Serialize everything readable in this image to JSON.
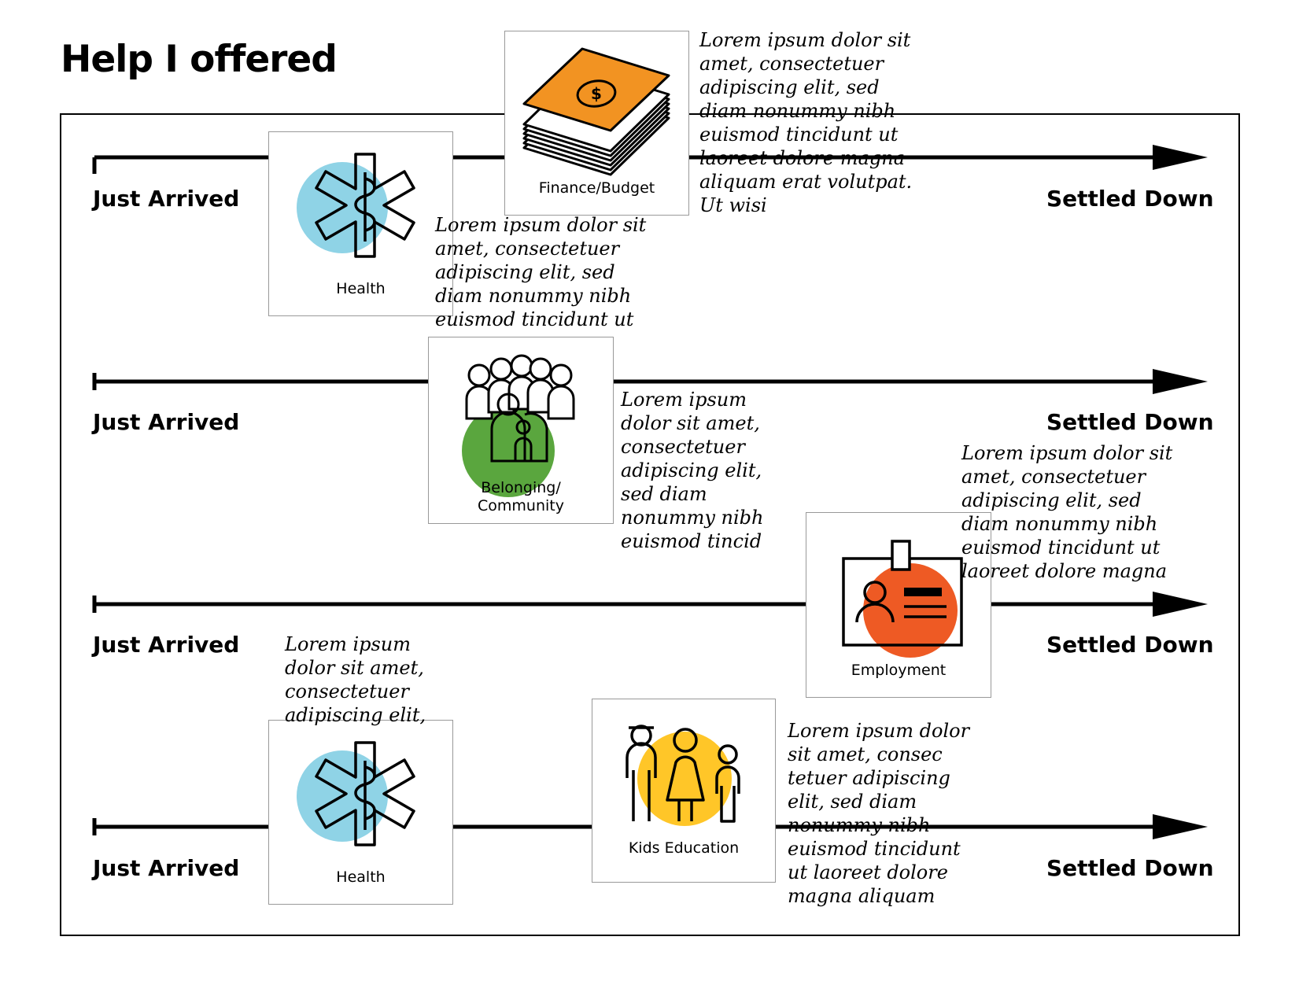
{
  "title": "Help I offered",
  "timelines": [
    {
      "start_label": "Just Arrived",
      "end_label": "Settled Down"
    },
    {
      "start_label": "Just Arrived",
      "end_label": "Settled Down"
    },
    {
      "start_label": "Just Arrived",
      "end_label": "Settled Down"
    },
    {
      "start_label": "Just Arrived",
      "end_label": "Settled Down"
    }
  ],
  "cards": [
    {
      "label": "Finance/Budget",
      "icon": "money-stack-icon",
      "accent": "#F29322"
    },
    {
      "label": "Health",
      "icon": "star-of-life-icon",
      "accent": "#8FD3E6"
    },
    {
      "label_line1": "Belonging/",
      "label_line2": "Community",
      "icon": "community-icon",
      "accent": "#5AA63E"
    },
    {
      "label": "Employment",
      "icon": "id-badge-icon",
      "accent": "#EE5A24"
    },
    {
      "label": "Health",
      "icon": "star-of-life-icon",
      "accent": "#8FD3E6"
    },
    {
      "label": "Kids Education",
      "icon": "family-icon",
      "accent": "#FFC628"
    }
  ],
  "notes": [
    [
      "Lorem ipsum dolor sit",
      "amet, consectetuer",
      "adipiscing elit, sed",
      "diam nonummy nibh",
      "euismod tincidunt ut",
      "laoreet dolore magna",
      "aliquam erat volutpat.",
      "Ut wisi"
    ],
    [
      "Lorem ipsum dolor sit",
      "amet, consectetuer",
      "adipiscing elit, sed",
      "diam nonummy nibh",
      "euismod tincidunt ut"
    ],
    [
      "Lorem ipsum",
      "dolor sit amet,",
      "consectetuer",
      "adipiscing elit,",
      "sed diam",
      "nonummy nibh",
      "euismod tincid"
    ],
    [
      "Lorem ipsum dolor sit",
      "amet, consectetuer",
      "adipiscing elit, sed",
      "diam nonummy nibh",
      "euismod tincidunt ut",
      "laoreet dolore magna"
    ],
    [
      "Lorem ipsum",
      "dolor sit amet,",
      "consectetuer",
      "adipiscing elit,"
    ],
    [
      "Lorem ipsum dolor",
      "sit amet, consec",
      "tetuer adipiscing",
      "elit, sed diam",
      "nonummy nibh",
      "euismod tincidunt",
      "ut laoreet dolore",
      "magna aliquam"
    ]
  ]
}
